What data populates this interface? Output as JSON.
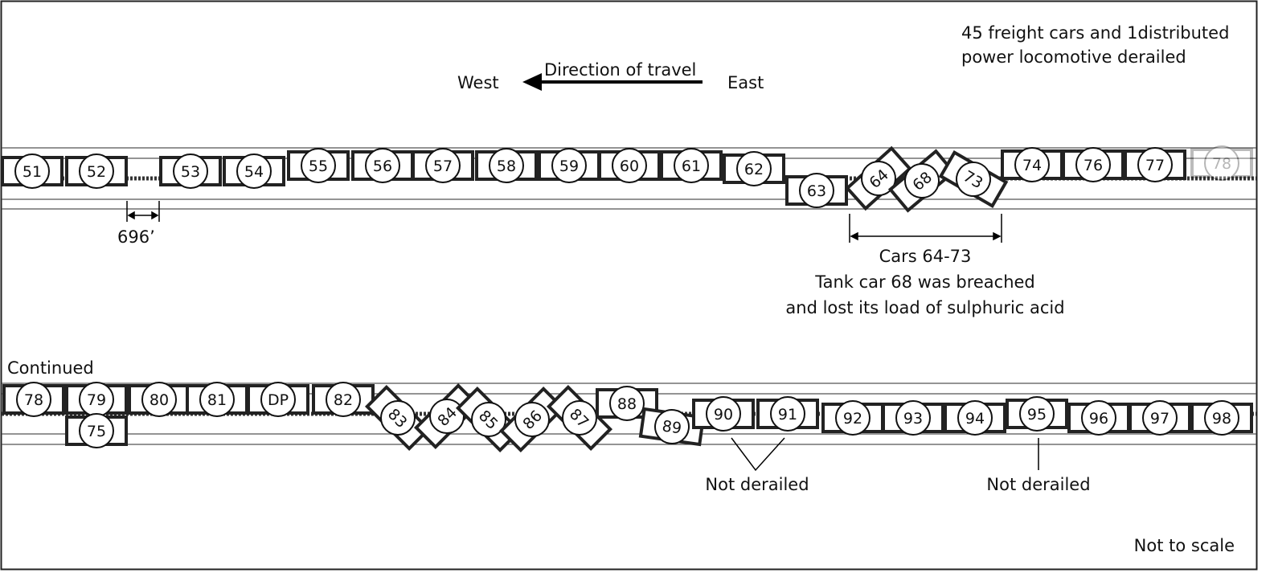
{
  "notes": {
    "summary_line1": "45 freight cars and 1distributed",
    "summary_line2": "power locomotive derailed",
    "west": "West",
    "east": "East",
    "direction": "Direction of travel",
    "gap": "696’",
    "cars_range": "Cars 64-73",
    "breach_line1": "Tank car 68 was breached",
    "breach_line2": "and lost its load of sulphuric acid",
    "continued": "Continued",
    "not_derailed_1": "Not derailed",
    "not_derailed_2": "Not derailed",
    "not_to_scale": "Not to scale"
  },
  "top_row_cars": [
    "51",
    "52",
    "53",
    "54",
    "55",
    "56",
    "57",
    "58",
    "59",
    "60",
    "61",
    "62",
    "63",
    "64",
    "68",
    "73",
    "74",
    "76",
    "77",
    "78"
  ],
  "bottom_row_cars": [
    "78",
    "79",
    "75",
    "80",
    "81",
    "DP",
    "82",
    "83",
    "84",
    "85",
    "86",
    "87",
    "88",
    "89",
    "90",
    "91",
    "92",
    "93",
    "94",
    "95",
    "96",
    "97",
    "98"
  ]
}
